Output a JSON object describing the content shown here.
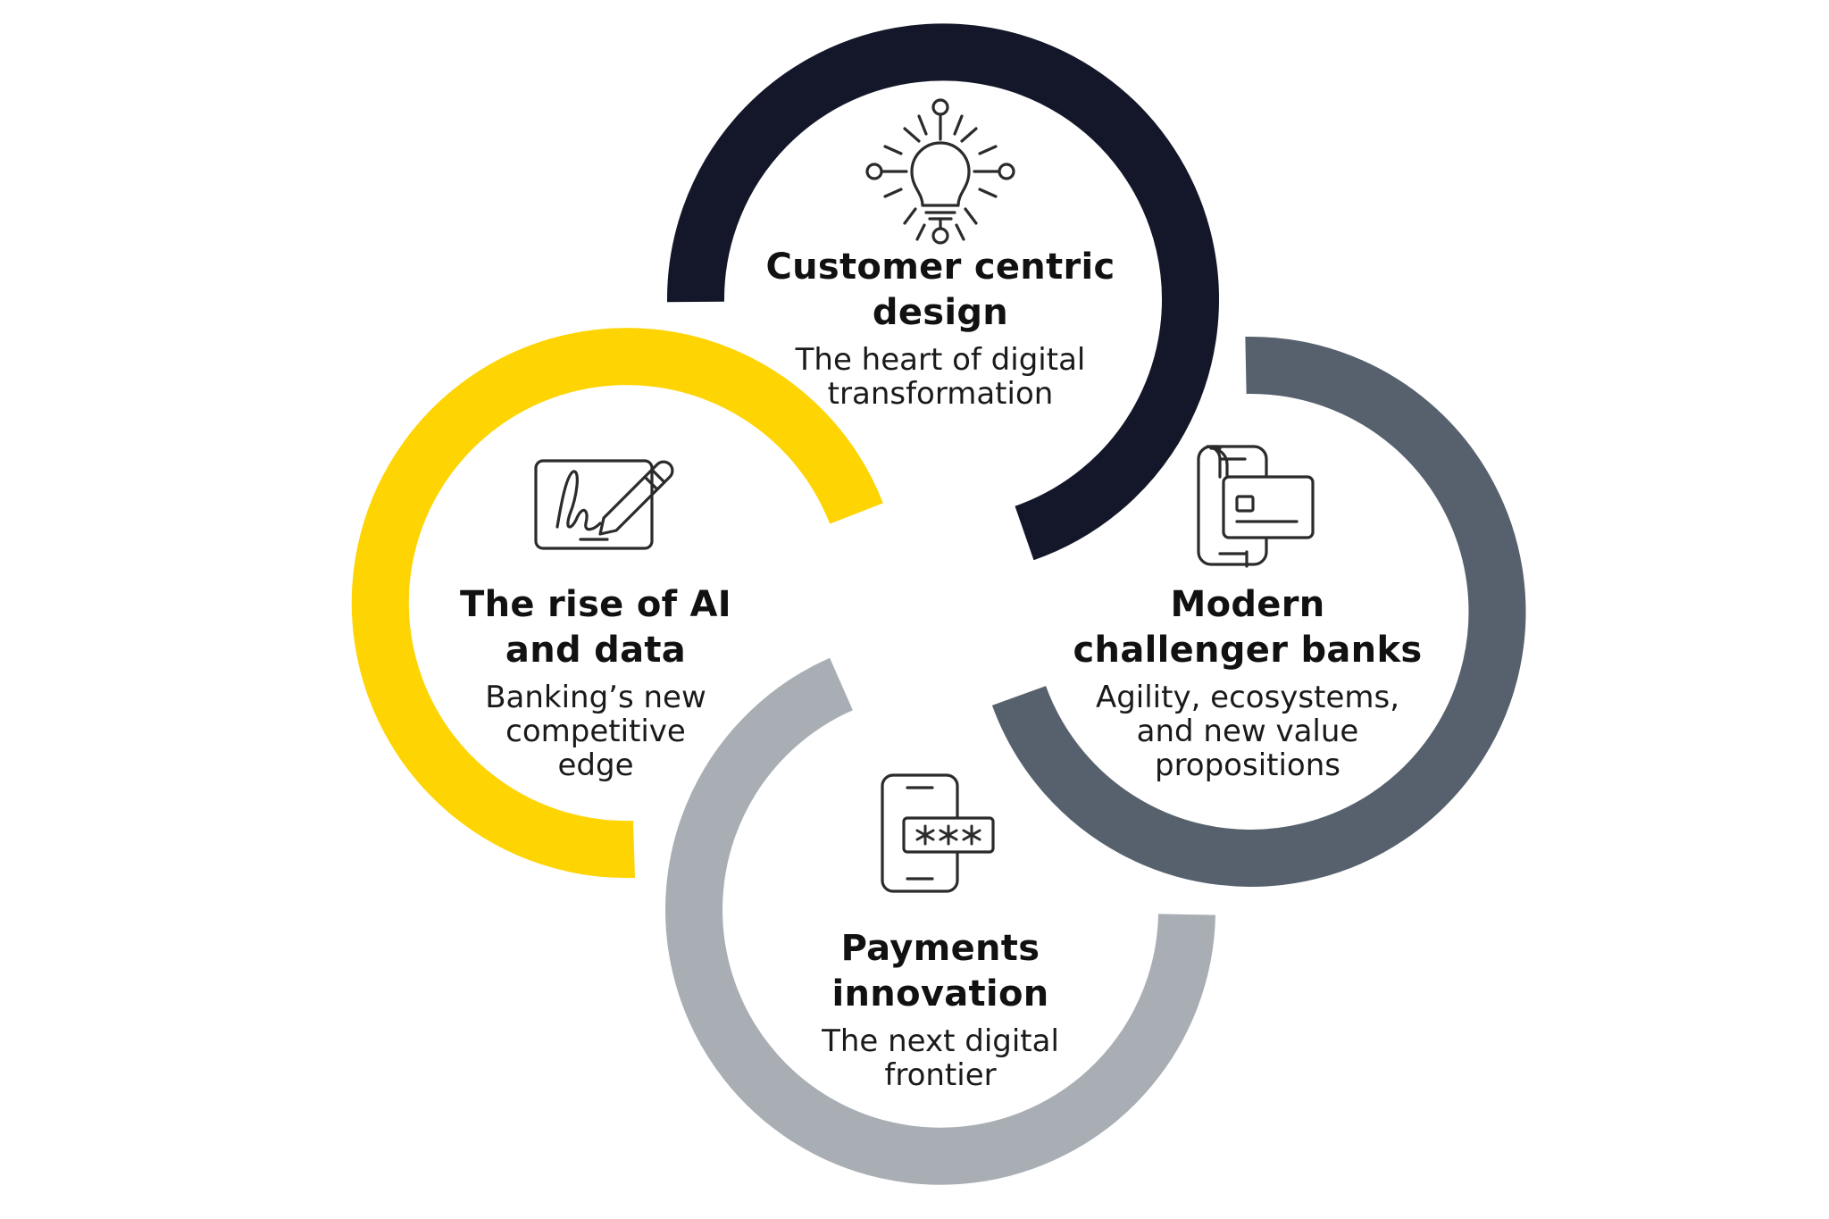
{
  "colors": {
    "customer": "#131729",
    "banks": "#56616d",
    "ai": "#fed403",
    "payments": "#a8aeb4",
    "icon": "#2b2b2b"
  },
  "sections": {
    "customer": {
      "title": [
        "Customer centric",
        "design"
      ],
      "subtitle": [
        "The heart of digital",
        "transformation"
      ],
      "icon": "lightbulb-circuit-icon"
    },
    "ai": {
      "title": [
        "The rise of AI",
        "and data"
      ],
      "subtitle": [
        "Banking’s new",
        "competitive",
        "edge"
      ],
      "icon": "tablet-signature-pen-icon"
    },
    "banks": {
      "title": [
        "Modern",
        "challenger banks"
      ],
      "subtitle": [
        "Agility, ecosystems,",
        "and new value",
        "propositions"
      ],
      "icon": "phone-card-icon"
    },
    "payments": {
      "title": [
        "Payments",
        "innovation"
      ],
      "subtitle": [
        "The next digital",
        "frontier"
      ],
      "icon": "phone-password-icon"
    }
  }
}
